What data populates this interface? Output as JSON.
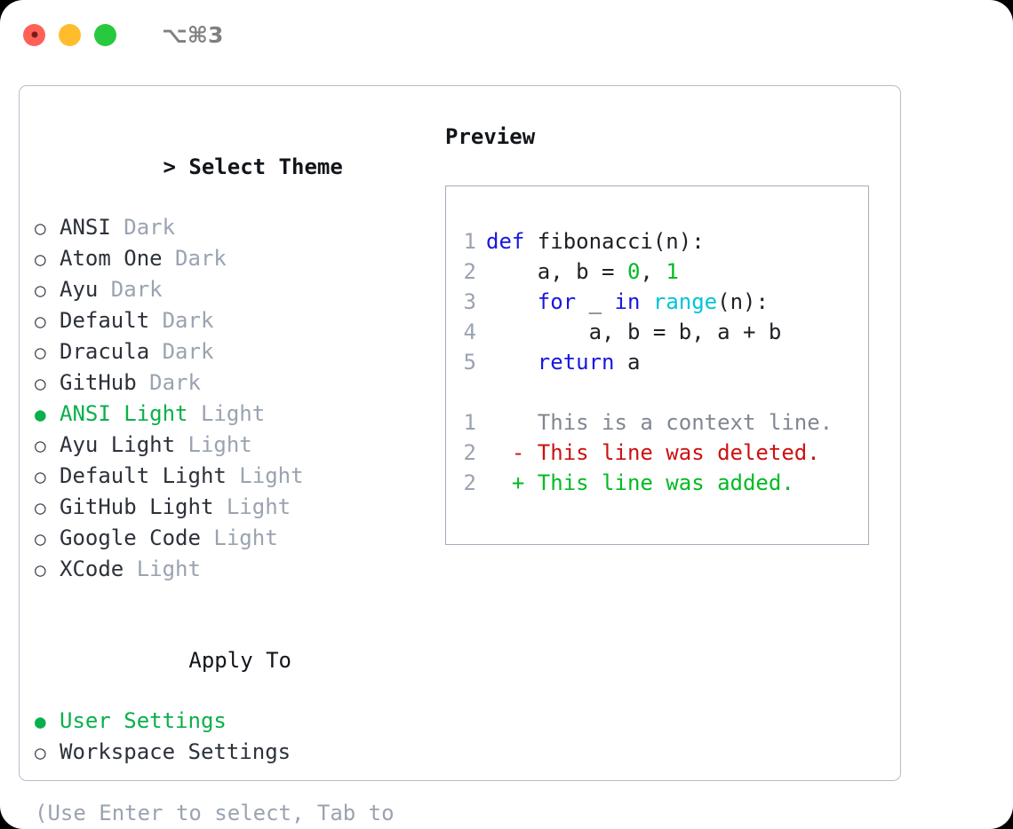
{
  "titlebar": {
    "shortcut": "⌥⌘3",
    "buttons": [
      {
        "name": "close",
        "color": "#ff6159"
      },
      {
        "name": "minimize",
        "color": "#ffbd2e"
      },
      {
        "name": "maximize",
        "color": "#27c93f"
      }
    ]
  },
  "colors": {
    "accent_green": "#0ab04a",
    "muted": "#9aa3b0",
    "text": "#2c313a",
    "keyword_blue": "#1717e0",
    "function_cyan": "#00c4d6",
    "number_green": "#00bb22",
    "diff_deleted": "#cc1111",
    "diff_added": "#00bb22",
    "card_border": "#b5bec9",
    "preview_border": "#a3adbb"
  },
  "theme_section": {
    "prefix": "> ",
    "title": "Select Theme",
    "marker_on": "●",
    "marker_off": "○",
    "items": [
      {
        "label": "ANSI",
        "suffix": "Dark",
        "selected": false
      },
      {
        "label": "Atom One",
        "suffix": "Dark",
        "selected": false
      },
      {
        "label": "Ayu",
        "suffix": "Dark",
        "selected": false
      },
      {
        "label": "Default",
        "suffix": "Dark",
        "selected": false
      },
      {
        "label": "Dracula",
        "suffix": "Dark",
        "selected": false
      },
      {
        "label": "GitHub",
        "suffix": "Dark",
        "selected": false
      },
      {
        "label": "ANSI Light",
        "suffix": "Light",
        "selected": true
      },
      {
        "label": "Ayu Light",
        "suffix": "Light",
        "selected": false
      },
      {
        "label": "Default Light",
        "suffix": "Light",
        "selected": false
      },
      {
        "label": "GitHub Light",
        "suffix": "Light",
        "selected": false
      },
      {
        "label": "Google Code",
        "suffix": "Light",
        "selected": false
      },
      {
        "label": "XCode",
        "suffix": "Light",
        "selected": false
      }
    ]
  },
  "apply_section": {
    "prefix": "  ",
    "title": "Apply To",
    "items": [
      {
        "label": "User Settings",
        "selected": true
      },
      {
        "label": "Workspace Settings",
        "selected": false
      }
    ]
  },
  "hint": "(Use Enter to select, Tab to change focus)",
  "preview": {
    "title": "Preview",
    "code": [
      {
        "n": "1",
        "tokens": [
          {
            "t": "def",
            "c": "kw"
          },
          {
            "t": " fibonacci(n):",
            "c": "plain"
          }
        ]
      },
      {
        "n": "2",
        "tokens": [
          {
            "t": "    a, b = ",
            "c": "plain"
          },
          {
            "t": "0",
            "c": "num"
          },
          {
            "t": ", ",
            "c": "plain"
          },
          {
            "t": "1",
            "c": "num"
          }
        ]
      },
      {
        "n": "3",
        "tokens": [
          {
            "t": "    ",
            "c": "plain"
          },
          {
            "t": "for",
            "c": "kw"
          },
          {
            "t": " _ ",
            "c": "plain"
          },
          {
            "t": "in",
            "c": "kw"
          },
          {
            "t": " ",
            "c": "plain"
          },
          {
            "t": "range",
            "c": "fn"
          },
          {
            "t": "(n):",
            "c": "plain"
          }
        ]
      },
      {
        "n": "4",
        "tokens": [
          {
            "t": "        a, b = b, a + b",
            "c": "plain"
          }
        ]
      },
      {
        "n": "5",
        "tokens": [
          {
            "t": "    ",
            "c": "plain"
          },
          {
            "t": "return",
            "c": "kw"
          },
          {
            "t": " a",
            "c": "plain"
          }
        ]
      }
    ],
    "diff": [
      {
        "n": "1",
        "sign": "  ",
        "text": "This is a context line.",
        "kind": "ctx"
      },
      {
        "n": "2",
        "sign": "- ",
        "text": "This line was deleted.",
        "kind": "del"
      },
      {
        "n": "2",
        "sign": "+ ",
        "text": "This line was added.",
        "kind": "add"
      }
    ]
  }
}
